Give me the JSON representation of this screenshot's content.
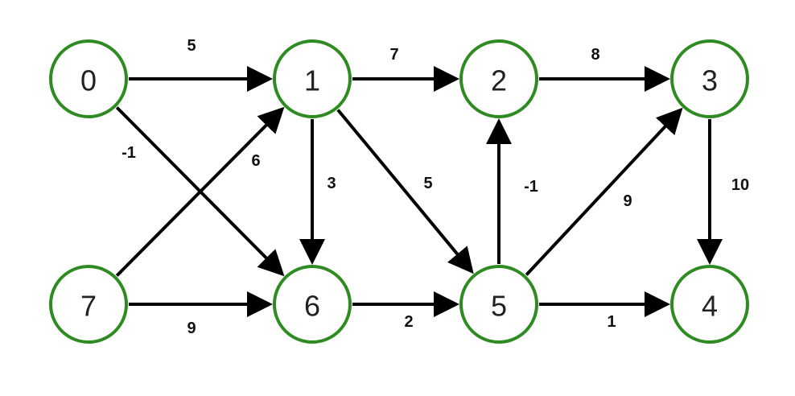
{
  "colors": {
    "node_stroke": "#2e8b22",
    "edge": "#000000"
  },
  "nodes": [
    {
      "id": "0",
      "label": "0"
    },
    {
      "id": "1",
      "label": "1"
    },
    {
      "id": "2",
      "label": "2"
    },
    {
      "id": "3",
      "label": "3"
    },
    {
      "id": "7",
      "label": "7"
    },
    {
      "id": "6",
      "label": "6"
    },
    {
      "id": "5",
      "label": "5"
    },
    {
      "id": "4",
      "label": "4"
    }
  ],
  "edges": [
    {
      "from": "0",
      "to": "1",
      "weight": "5"
    },
    {
      "from": "0",
      "to": "6",
      "weight": "-1"
    },
    {
      "from": "1",
      "to": "2",
      "weight": "7"
    },
    {
      "from": "1",
      "to": "6",
      "weight": "3"
    },
    {
      "from": "1",
      "to": "5",
      "weight": "5"
    },
    {
      "from": "2",
      "to": "3",
      "weight": "8"
    },
    {
      "from": "3",
      "to": "4",
      "weight": "10"
    },
    {
      "from": "7",
      "to": "1",
      "weight": "6"
    },
    {
      "from": "7",
      "to": "6",
      "weight": "9"
    },
    {
      "from": "6",
      "to": "5",
      "weight": "2"
    },
    {
      "from": "5",
      "to": "2",
      "weight": "-1"
    },
    {
      "from": "5",
      "to": "3",
      "weight": "9"
    },
    {
      "from": "5",
      "to": "4",
      "weight": "1"
    }
  ]
}
